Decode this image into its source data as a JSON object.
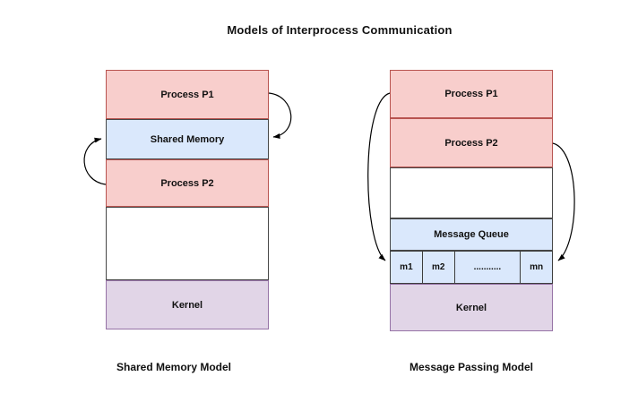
{
  "title": "Models of Interprocess Communication",
  "colors": {
    "process_fill": "#f8cecc",
    "process_border": "#b85450",
    "queue_fill": "#dae8fc",
    "queue_border": "#474747",
    "kernel_fill": "#e1d5e7",
    "kernel_border": "#9673a6",
    "arrow": "#000000",
    "text": "#111111"
  },
  "shared_memory_model": {
    "caption": "Shared Memory Model",
    "blocks": {
      "p1": "Process P1",
      "shared_memory": "Shared Memory",
      "p2": "Process P2",
      "empty": "",
      "kernel": "Kernel"
    }
  },
  "message_passing_model": {
    "caption": "Message Passing Model",
    "blocks": {
      "p1": "Process P1",
      "p2": "Process P2",
      "empty": "",
      "message_queue": "Message Queue",
      "kernel": "Kernel"
    },
    "queue_cells": [
      "m1",
      "m2",
      "...........",
      "mn"
    ]
  }
}
